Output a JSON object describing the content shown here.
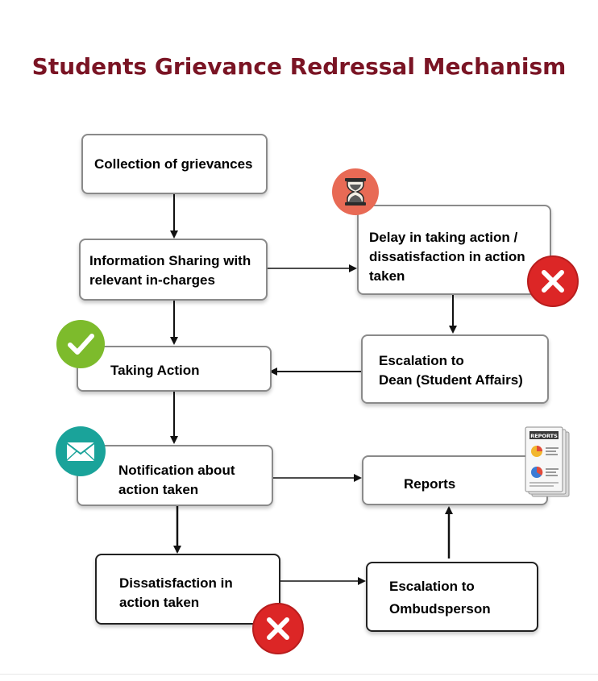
{
  "title": "Students Grievance Redressal Mechanism",
  "nodes": {
    "collection": "Collection of grievances",
    "info_sharing": [
      "Information Sharing with",
      "relevant in-charges"
    ],
    "delay": [
      "Delay in taking action /",
      "dissatisfaction in action",
      "taken"
    ],
    "taking_action": "Taking Action",
    "escalation_dean": [
      "Escalation to",
      "Dean (Student Affairs)"
    ],
    "notification": [
      "Notification about",
      "action taken"
    ],
    "reports": "Reports",
    "dissatisfaction": [
      "Dissatisfaction in",
      "action taken"
    ],
    "escalation_ombuds": [
      "Escalation to",
      "Ombudsperson"
    ]
  },
  "icons": {
    "hourglass": "hourglass-icon",
    "cross": "x-mark-icon",
    "check": "checkmark-icon",
    "mail": "envelope-icon",
    "report": "reports-document-icon",
    "report_label": "REPORTS"
  },
  "colors": {
    "title": "#7a1424",
    "hourglass_bg": "#e86a55",
    "cross_bg": "#dc2626",
    "check_bg": "#7dbb2c",
    "mail_bg": "#1aa39a"
  }
}
